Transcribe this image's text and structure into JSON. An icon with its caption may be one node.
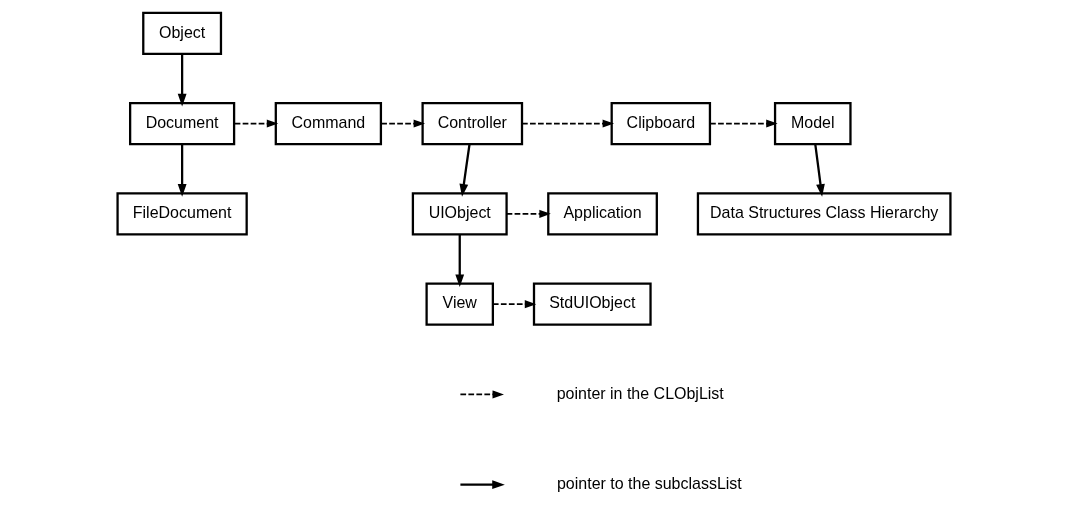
{
  "diagram": {
    "nodes": [
      {
        "text": [
          "Object"
        ]
      },
      {
        "text": [
          "Document"
        ]
      },
      {
        "text": [
          "Command"
        ]
      },
      {
        "text": [
          "Controller"
        ]
      },
      {
        "text": [
          "Clipboard"
        ]
      },
      {
        "text": [
          "Model"
        ]
      },
      {
        "text": [
          "FileDocument"
        ]
      },
      {
        "text": [
          "UIObject"
        ]
      },
      {
        "text": [
          "Application"
        ]
      },
      {
        "text": [
          "Data Structures Class Hierarchy"
        ]
      },
      {
        "text": [
          "View"
        ]
      },
      {
        "text": [
          "StdUIObject"
        ]
      }
    ],
    "edges": [
      {
        "from": 0,
        "to": 1,
        "arrow": "to"
      },
      {
        "from": 1,
        "to": 2,
        "arrow": "to",
        "style": "dashed"
      },
      {
        "from": 2,
        "to": 3,
        "arrow": "to",
        "style": "dashed"
      },
      {
        "from": 3,
        "to": 4,
        "arrow": "to",
        "style": "dashed"
      },
      {
        "from": 4,
        "to": 5,
        "arrow": "to",
        "style": "dashed"
      },
      {
        "from": 1,
        "to": 6,
        "arrow": "to"
      },
      {
        "from": 3,
        "to": 7,
        "arrow": "to"
      },
      {
        "from": 5,
        "to": 9,
        "arrow": "to"
      },
      {
        "from": 7,
        "to": 8,
        "arrow": "to",
        "style": "dashed"
      },
      {
        "from": 7,
        "to": 10,
        "arrow": "to"
      },
      {
        "from": 10,
        "to": 11,
        "arrow": "to",
        "style": "dashed"
      }
    ],
    "legend": [
      {
        "text": "pointer in the CLObjList"
      },
      {
        "text": "pointer to the subclassList"
      }
    ]
  }
}
